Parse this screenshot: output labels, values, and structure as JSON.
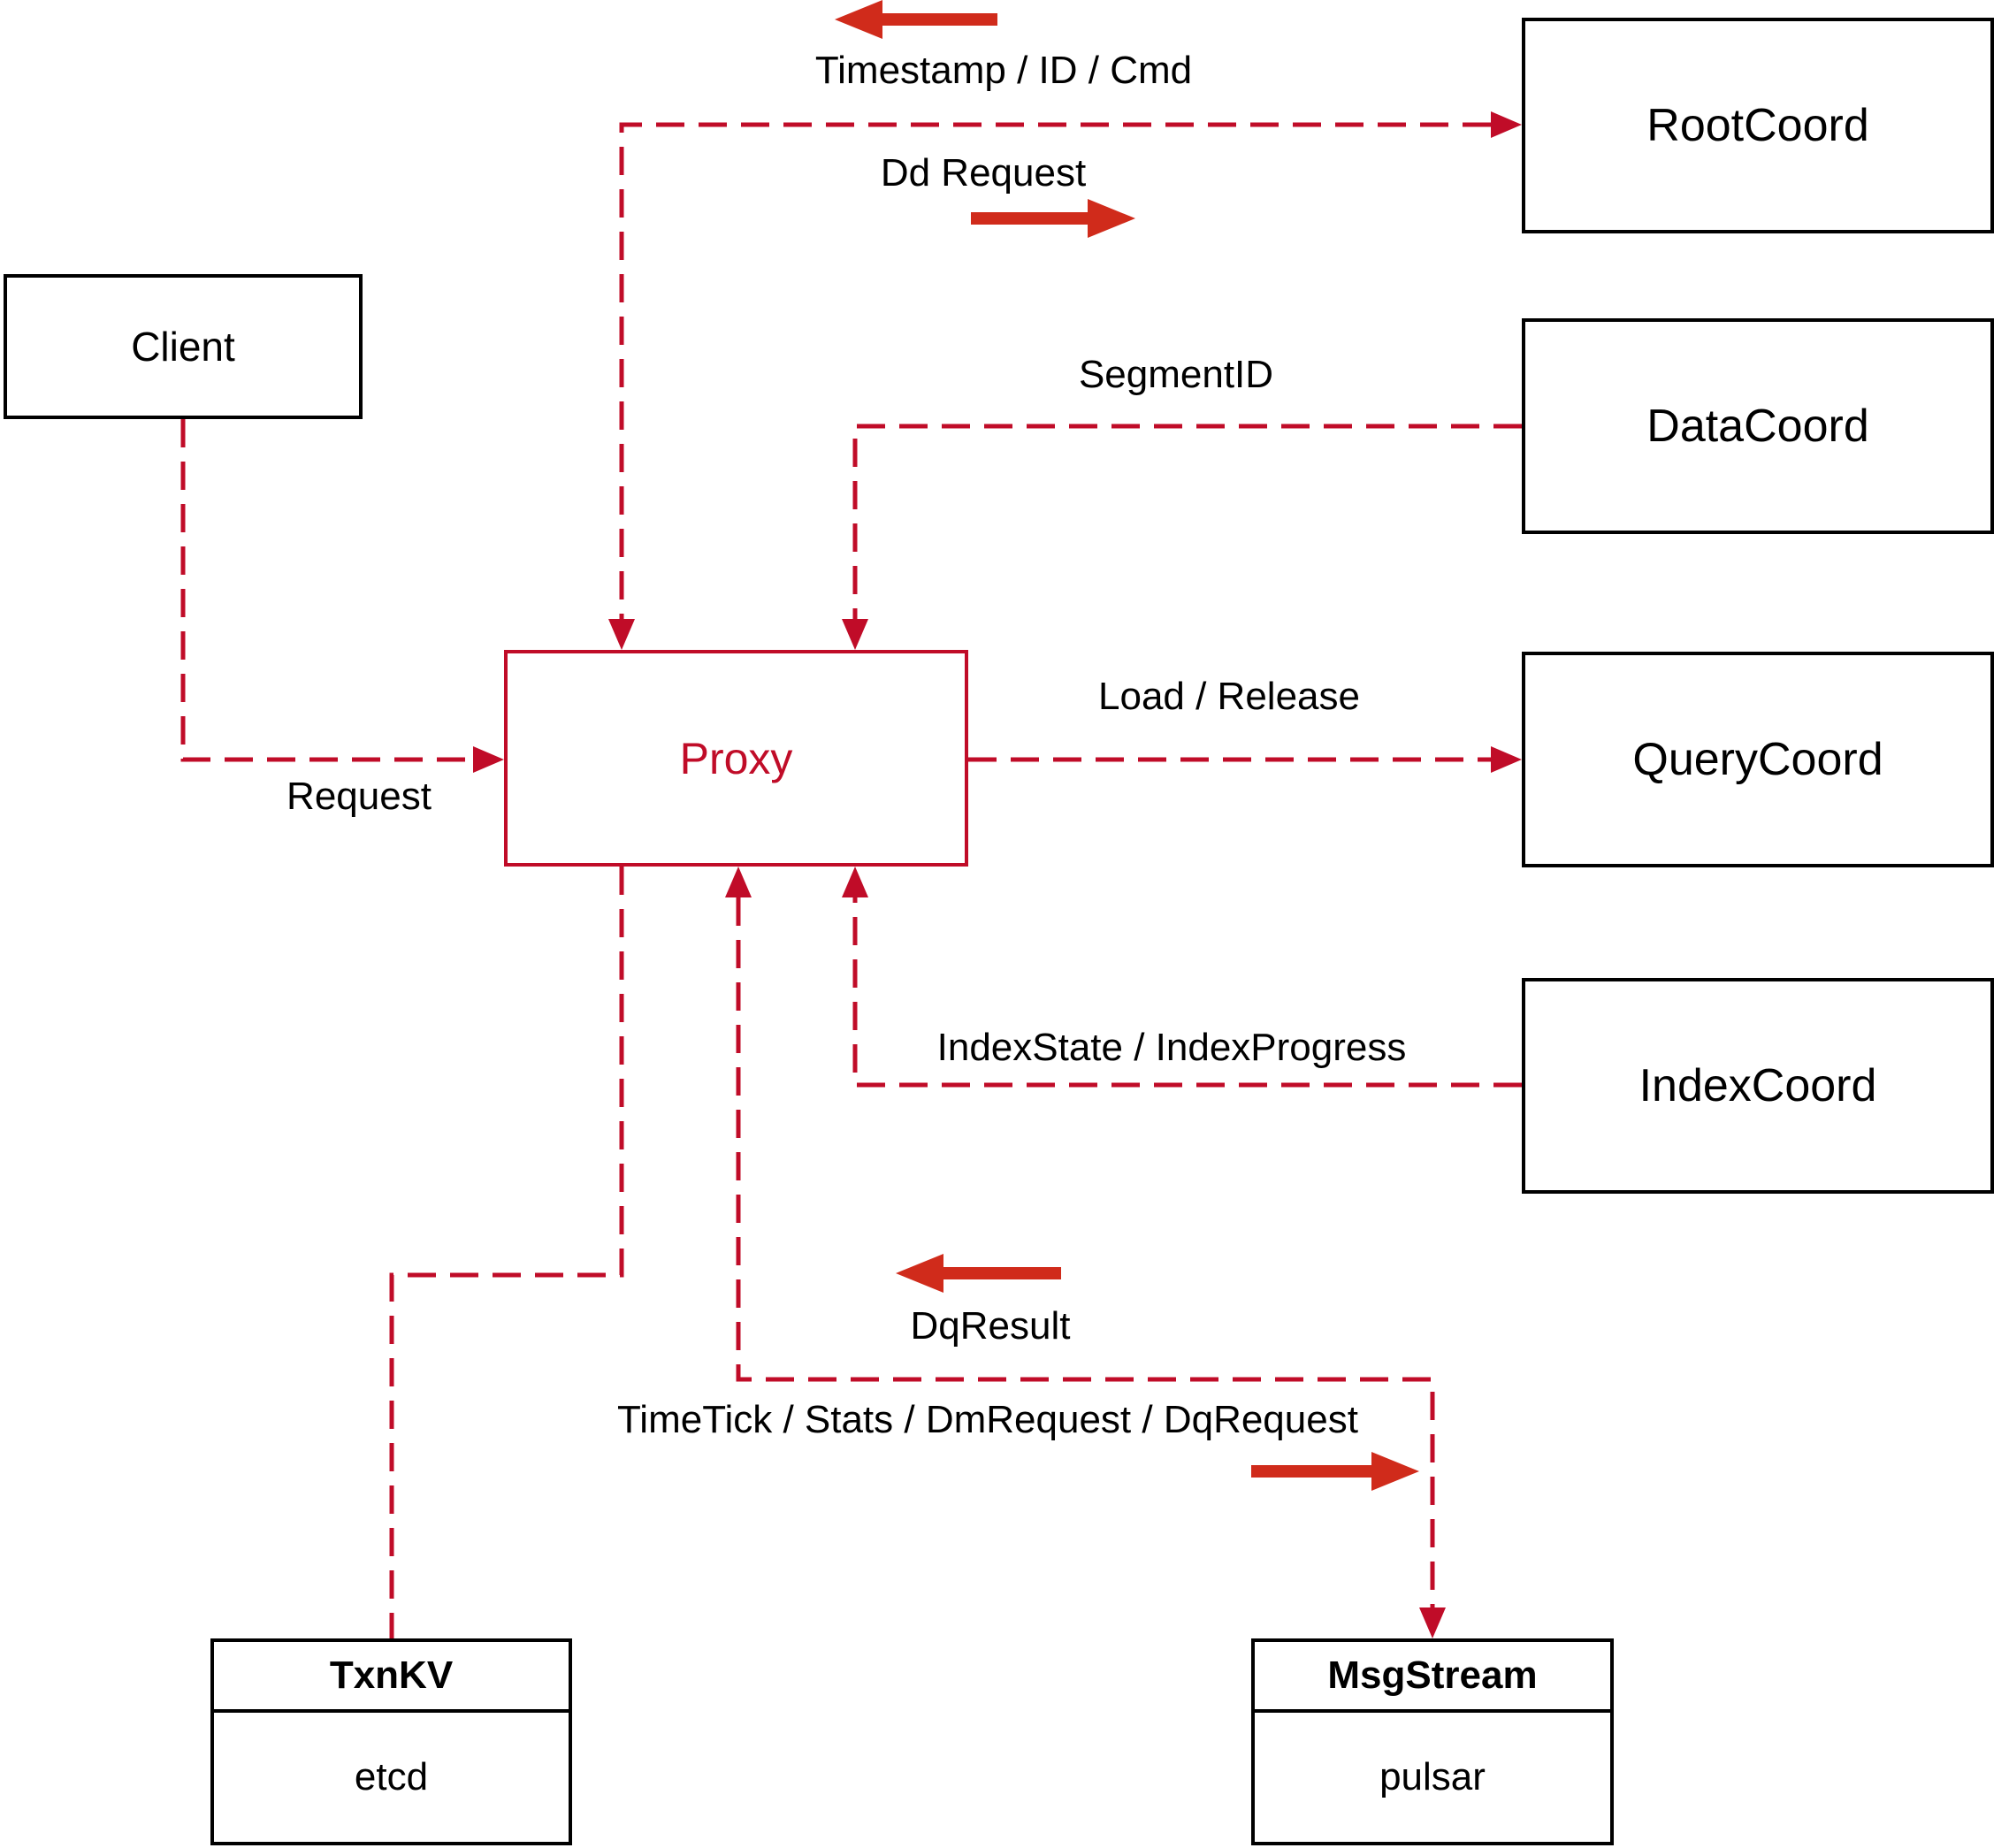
{
  "colors": {
    "dashed_red": "#c00c28",
    "solid_arrow_red": "#d02b1b",
    "ink": "#000000",
    "background": "#ffffff"
  },
  "nodes": {
    "client": {
      "label": "Client"
    },
    "proxy": {
      "label": "Proxy"
    },
    "root_coord": {
      "label": "RootCoord"
    },
    "data_coord": {
      "label": "DataCoord"
    },
    "query_coord": {
      "label": "QueryCoord"
    },
    "index_coord": {
      "label": "IndexCoord"
    },
    "txn_kv": {
      "title": "TxnKV",
      "implementation": "etcd"
    },
    "msg_stream": {
      "title": "MsgStream",
      "implementation": "pulsar"
    }
  },
  "edge_labels": {
    "root_response": "Timestamp / ID / Cmd",
    "root_request": "Dd Request",
    "segment_id": "SegmentID",
    "load_release": "Load / Release",
    "index_state": "IndexState / IndexProgress",
    "client_request": "Request",
    "dq_result": "DqResult",
    "time_tick": "TimeTick / Stats / DmRequest / DqRequest"
  }
}
